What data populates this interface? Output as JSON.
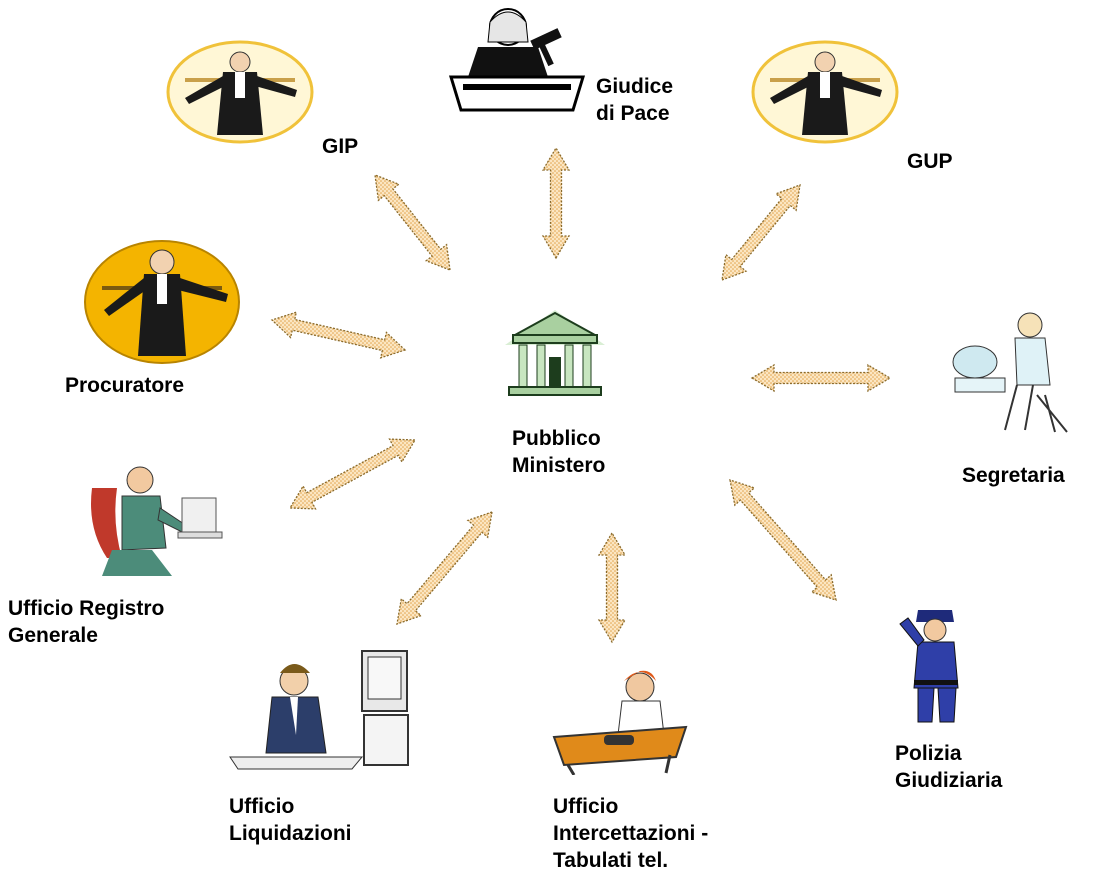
{
  "diagram": {
    "center": {
      "id": "pm",
      "label": "Pubblico\nMinistero",
      "icon": "courthouse-icon"
    },
    "nodes": [
      {
        "id": "gip",
        "label": "GIP",
        "icon": "judge-robe-icon"
      },
      {
        "id": "giudice-pace",
        "label": "Giudice\ndi Pace",
        "icon": "judge-gavel-icon"
      },
      {
        "id": "gup",
        "label": "GUP",
        "icon": "judge-robe-icon"
      },
      {
        "id": "procuratore",
        "label": "Procuratore",
        "icon": "prosecutor-icon"
      },
      {
        "id": "segretaria",
        "label": "Segretaria",
        "icon": "secretary-icon"
      },
      {
        "id": "registro",
        "label": "Ufficio Registro\nGenerale",
        "icon": "clerk-computer-icon"
      },
      {
        "id": "liquidazioni",
        "label": "Ufficio\nLiquidazioni",
        "icon": "office-worker-icon"
      },
      {
        "id": "intercettazioni",
        "label": "Ufficio\nIntercettazioni -\nTabulati tel.",
        "icon": "telephone-operator-icon"
      },
      {
        "id": "polizia",
        "label": "Polizia\nGiudiziaria",
        "icon": "police-officer-icon"
      }
    ],
    "connections": [
      {
        "from": "pm",
        "to": "gip",
        "type": "bidirectional"
      },
      {
        "from": "pm",
        "to": "giudice-pace",
        "type": "bidirectional"
      },
      {
        "from": "pm",
        "to": "gup",
        "type": "bidirectional"
      },
      {
        "from": "pm",
        "to": "procuratore",
        "type": "bidirectional"
      },
      {
        "from": "pm",
        "to": "segretaria",
        "type": "bidirectional"
      },
      {
        "from": "pm",
        "to": "registro",
        "type": "bidirectional"
      },
      {
        "from": "pm",
        "to": "liquidazioni",
        "type": "bidirectional"
      },
      {
        "from": "pm",
        "to": "intercettazioni",
        "type": "bidirectional"
      },
      {
        "from": "pm",
        "to": "polizia",
        "type": "bidirectional"
      }
    ],
    "colors": {
      "arrow_fill": "#f7d9a6",
      "arrow_stroke": "#8a6a2a",
      "oval": "#f4b400",
      "building": "#b9d9b1",
      "robe": "#1a1a1a",
      "uniform": "#2f3fa8"
    }
  }
}
